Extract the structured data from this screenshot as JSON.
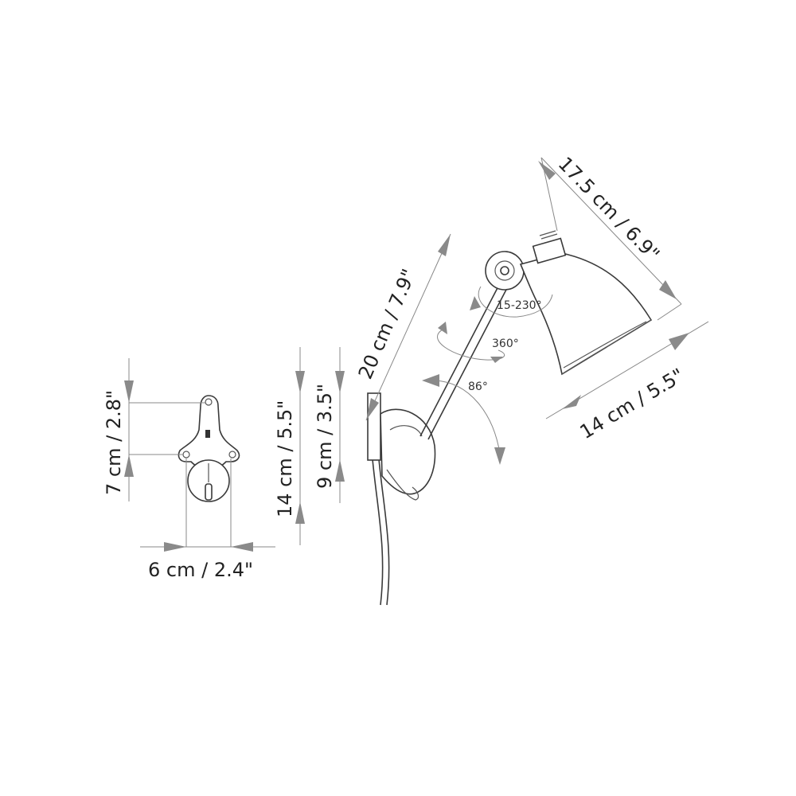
{
  "dims": {
    "back_height": "7 cm / 2.8\"",
    "back_width": "6 cm / 2.4\"",
    "base_height": "14 cm / 5.5\"",
    "mount_height": "9 cm / 3.5\"",
    "arm_length": "20 cm / 7.9\"",
    "shade_length": "17.5 cm / 6.9\"",
    "shade_diameter": "14 cm / 5.5\""
  },
  "angles": {
    "head_rotation": "15-230°",
    "swivel": "360°",
    "arm_tilt": "86°"
  },
  "colors": {
    "line": "#3a3a3a",
    "dimension_arrow": "#8a8a8a"
  }
}
